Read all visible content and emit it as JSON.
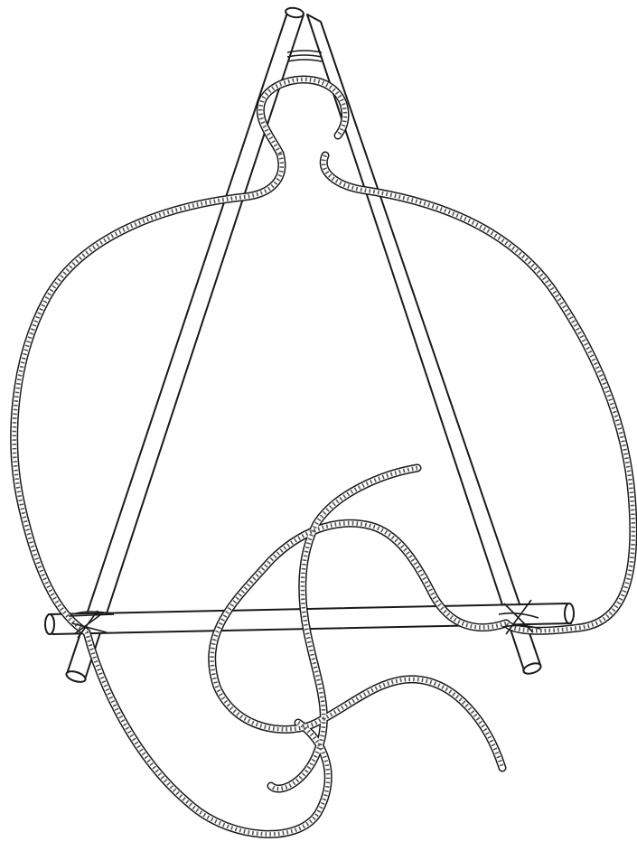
{
  "figure": {
    "subject": "rope-and-pole-a-frame-illustration",
    "colors": {
      "line": "#1a1a1a",
      "fill": "#ffffff",
      "rope_twist": "#555555"
    },
    "parts": [
      "left-pole",
      "right-pole",
      "cross-bar",
      "rope",
      "top-lashing",
      "left-lashing",
      "right-lashing"
    ]
  }
}
